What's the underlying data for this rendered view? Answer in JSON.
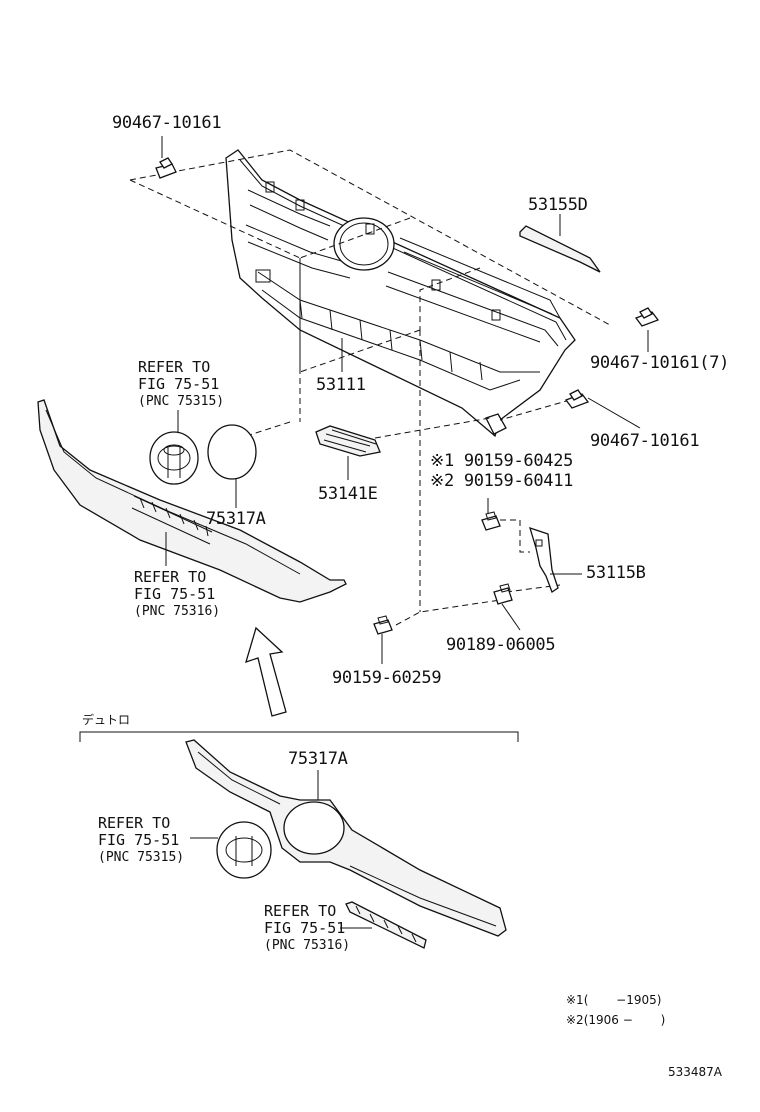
{
  "parts": {
    "clip_top_left": "90467-10161",
    "molding_53155D": "53155D",
    "grille_53111": "53111",
    "clip_right_7": "90467-10161(7)",
    "clip_right": "90467-10161",
    "grille_insert_53141E": "53141E",
    "bolt_note1": "※1 90159-60425",
    "bolt_note2": "※2 90159-60411",
    "bracket_53115B": "53115B",
    "nut_90189": "90189-06005",
    "bolt_90159_60259": "90159-60259",
    "emblem_cover_upper": "75317A",
    "emblem_cover_lower": "75317A"
  },
  "refers": {
    "emblem_upper": [
      "REFER TO",
      "FIG 75-51",
      "(PNC 75315)"
    ],
    "nameplate_upper": [
      "REFER TO",
      "FIG 75-51",
      "(PNC 75316)"
    ],
    "emblem_lower": [
      "REFER TO",
      "FIG 75-51",
      "(PNC 75315)"
    ],
    "nameplate_lower": [
      "REFER TO",
      "FIG 75-51",
      "(PNC 75316)"
    ]
  },
  "section_label": "デュトロ",
  "notes": {
    "note1": "※1(　　 −1905)",
    "note2": "※2(1906 −　　 )"
  },
  "figure_id": "533487A"
}
